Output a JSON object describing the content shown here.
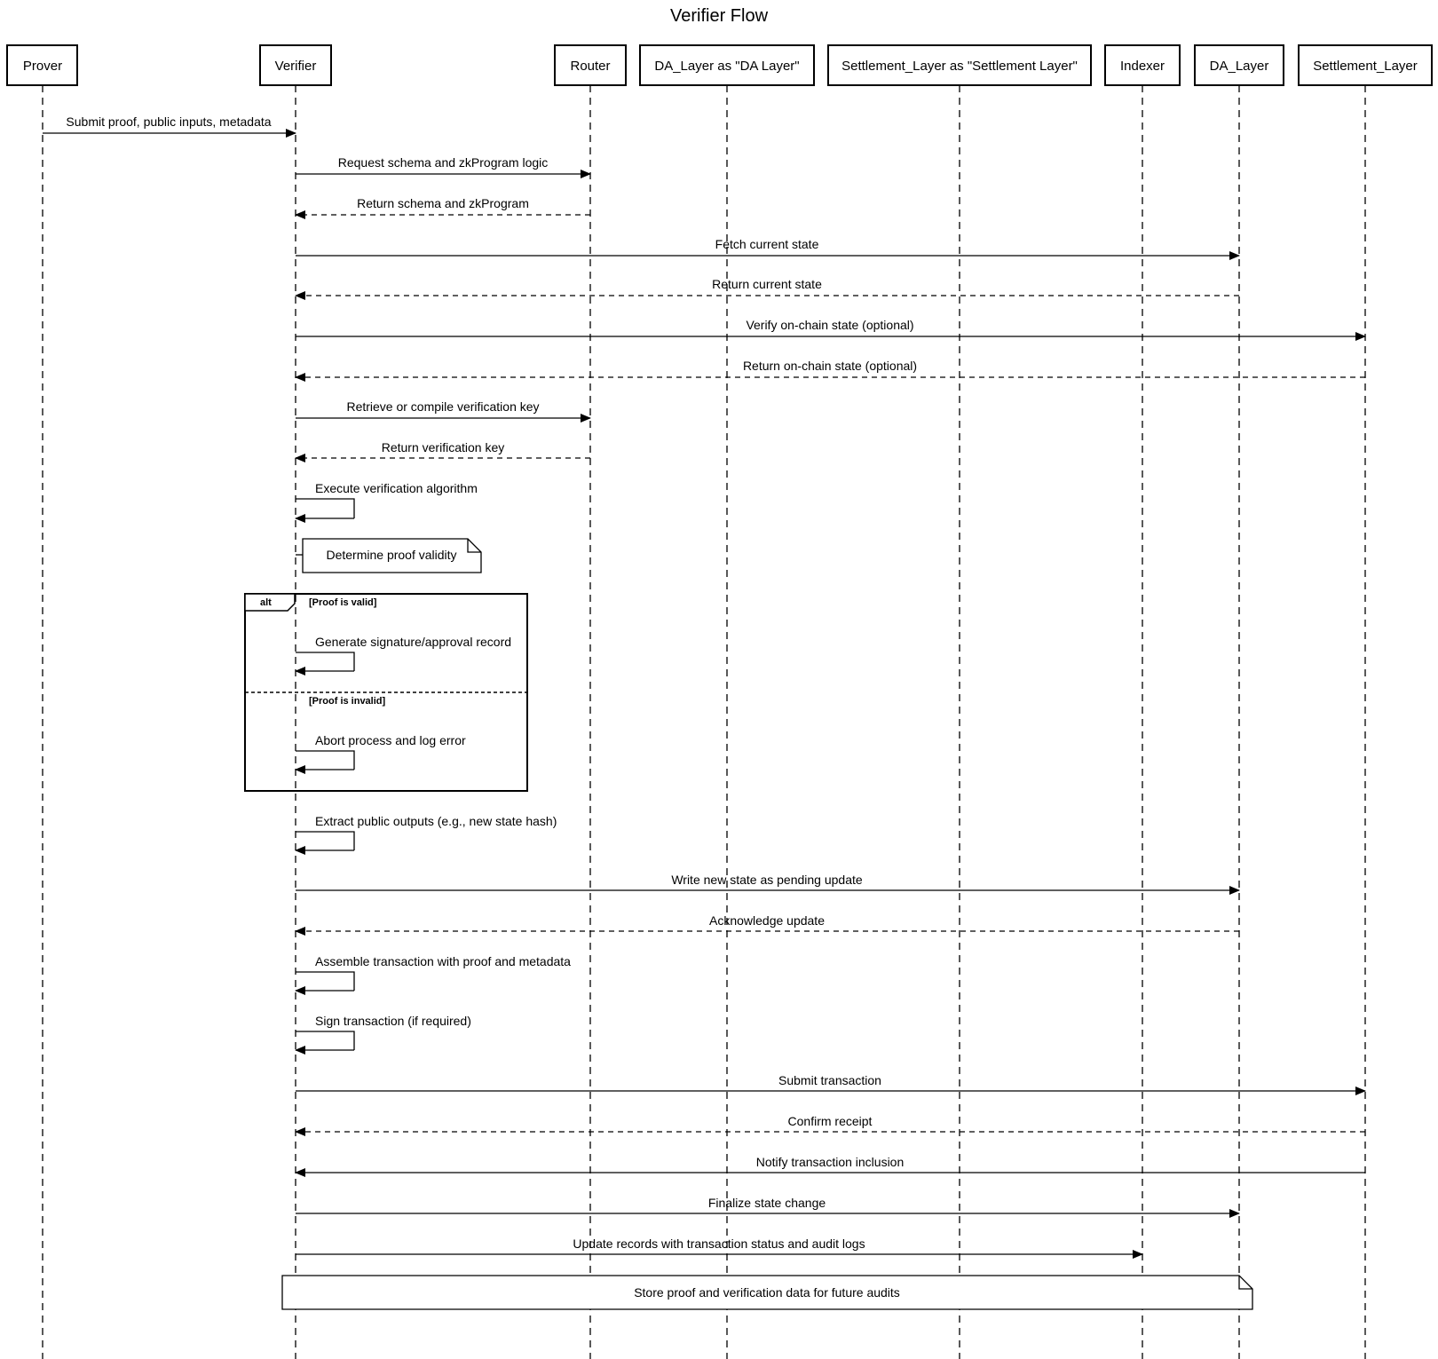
{
  "title": "Verifier Flow",
  "participants": [
    {
      "id": "prover",
      "label": "Prover"
    },
    {
      "id": "verifier",
      "label": "Verifier"
    },
    {
      "id": "router",
      "label": "Router"
    },
    {
      "id": "da_alias",
      "label": "DA_Layer as \"DA Layer\""
    },
    {
      "id": "settlement_alias",
      "label": "Settlement_Layer as \"Settlement Layer\""
    },
    {
      "id": "indexer",
      "label": "Indexer"
    },
    {
      "id": "da_layer",
      "label": "DA_Layer"
    },
    {
      "id": "settlement_layer",
      "label": "Settlement_Layer"
    }
  ],
  "messages": [
    {
      "from": "prover",
      "to": "verifier",
      "label": "Submit proof, public inputs, metadata",
      "style": "solid"
    },
    {
      "from": "verifier",
      "to": "router",
      "label": "Request schema and zkProgram logic",
      "style": "solid"
    },
    {
      "from": "router",
      "to": "verifier",
      "label": "Return schema and zkProgram",
      "style": "dashed"
    },
    {
      "from": "verifier",
      "to": "da_layer",
      "label": "Fetch current state",
      "style": "solid"
    },
    {
      "from": "da_layer",
      "to": "verifier",
      "label": "Return current state",
      "style": "dashed"
    },
    {
      "from": "verifier",
      "to": "settlement_layer",
      "label": "Verify on-chain state (optional)",
      "style": "solid"
    },
    {
      "from": "settlement_layer",
      "to": "verifier",
      "label": "Return on-chain state (optional)",
      "style": "dashed"
    },
    {
      "from": "verifier",
      "to": "router",
      "label": "Retrieve or compile verification key",
      "style": "solid"
    },
    {
      "from": "router",
      "to": "verifier",
      "label": "Return verification key",
      "style": "dashed"
    },
    {
      "from": "verifier",
      "to": "verifier",
      "label": "Execute verification algorithm",
      "style": "self"
    },
    {
      "from": "verifier",
      "to": "verifier",
      "label": "Generate signature/approval record",
      "style": "self"
    },
    {
      "from": "verifier",
      "to": "verifier",
      "label": "Abort process and log error",
      "style": "self"
    },
    {
      "from": "verifier",
      "to": "verifier",
      "label": "Extract public outputs (e.g., new state hash)",
      "style": "self"
    },
    {
      "from": "verifier",
      "to": "da_layer",
      "label": "Write new state as pending update",
      "style": "solid"
    },
    {
      "from": "da_layer",
      "to": "verifier",
      "label": "Acknowledge update",
      "style": "dashed"
    },
    {
      "from": "verifier",
      "to": "verifier",
      "label": "Assemble transaction with proof and metadata",
      "style": "self"
    },
    {
      "from": "verifier",
      "to": "verifier",
      "label": "Sign transaction (if required)",
      "style": "self"
    },
    {
      "from": "verifier",
      "to": "settlement_layer",
      "label": "Submit transaction",
      "style": "solid"
    },
    {
      "from": "settlement_layer",
      "to": "verifier",
      "label": "Confirm receipt",
      "style": "dashed"
    },
    {
      "from": "settlement_layer",
      "to": "verifier",
      "label": "Notify transaction inclusion",
      "style": "solid"
    },
    {
      "from": "verifier",
      "to": "da_layer",
      "label": "Finalize state change",
      "style": "solid"
    },
    {
      "from": "verifier",
      "to": "indexer",
      "label": "Update records with transaction status and audit logs",
      "style": "solid"
    }
  ],
  "notes": [
    {
      "label": "Determine proof validity"
    },
    {
      "label": "Store proof and verification data for future audits"
    }
  ],
  "alt_fragment": {
    "keyword": "alt",
    "conditions": [
      "[Proof is valid]",
      "[Proof is invalid]"
    ]
  },
  "colors": {
    "line": "#000000",
    "background": "#ffffff"
  }
}
